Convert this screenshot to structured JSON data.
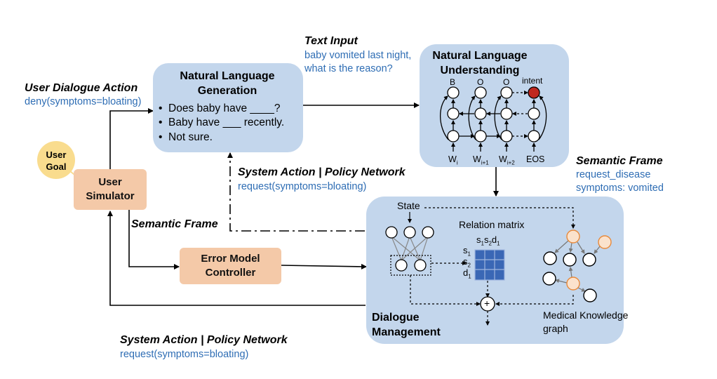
{
  "nlg": {
    "title": "Natural Language Generation",
    "bullets": [
      "Does baby have ____?",
      "Baby have ___  recently.",
      "Not sure."
    ]
  },
  "nlu": {
    "title": "Natural Language Understanding",
    "tags": [
      "B",
      "O",
      "O",
      "intent"
    ],
    "inputs": [
      "W",
      "W",
      "W",
      "EOS"
    ],
    "input_subs": [
      "i",
      "i+1",
      "i+2"
    ]
  },
  "text_input": {
    "label": "Text Input",
    "value": "baby vomited last night, what is the reason?"
  },
  "user_dialogue_action": {
    "label": "User Dialogue Action",
    "value": "deny(symptoms=bloating)"
  },
  "user_goal": "User Goal",
  "user_simulator": "User Simulator",
  "system_action_top": {
    "label": "System Action | Policy Network",
    "value": "request(symptoms=bloating)"
  },
  "system_action_bottom": {
    "label": "System Action | Policy Network",
    "value": "request(symptoms=bloating)"
  },
  "semantic_frame_left": "Semantic Frame",
  "semantic_frame_right": {
    "label": "Semantic Frame",
    "lines": [
      "request_disease",
      "symptoms: vomited"
    ]
  },
  "error_model": "Error Model Controller",
  "dialogue_management": {
    "title": "Dialogue Management",
    "state_label": "State",
    "relation_label": "Relation matrix",
    "matrix_cols": "s1s2d1",
    "matrix_rows": [
      "s1",
      "s2",
      "d1"
    ],
    "kg_label": "Medical Knowledge graph",
    "plus": "+"
  },
  "colors": {
    "panel": "#c3d6ec",
    "orange_box": "#f4c9a8",
    "blue_text": "#2e6db4",
    "matrix": "#3a67b5",
    "intent_node": "#c0281f",
    "kg_node_border": "#e88a3c"
  }
}
